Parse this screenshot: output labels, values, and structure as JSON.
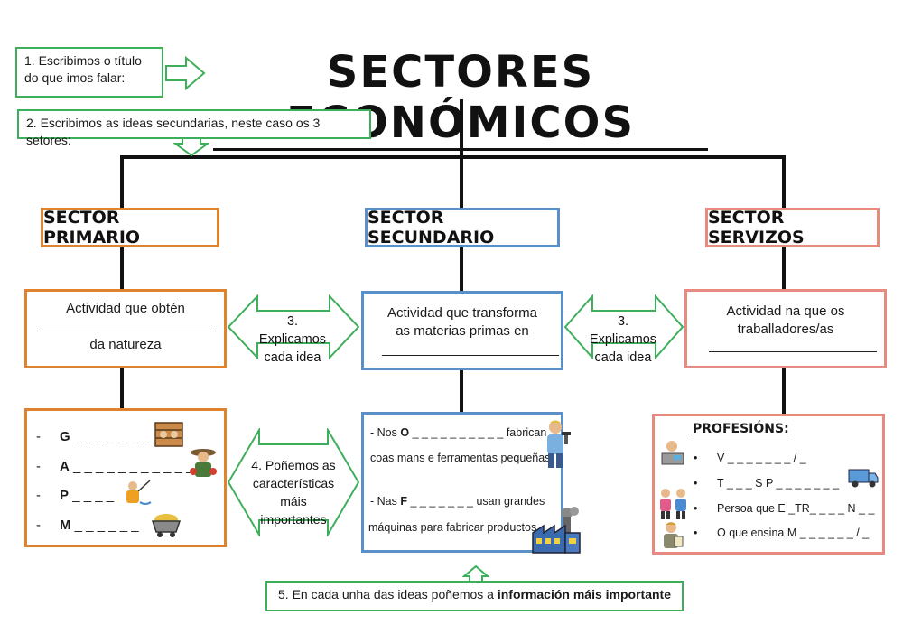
{
  "title": "SECTORES ECONÓMICOS",
  "hints": {
    "step1": "1. Escribimos o título do que imos falar:",
    "step2": "2. Escribimos as ideas secundarias, neste caso os 3 setores:",
    "step3": "3. Explicamos cada idea",
    "step4": "4. Poñemos as características máis importantes",
    "step5_pre": "5. En cada unha das ideas poñemos a ",
    "step5_bold": "información máis importante"
  },
  "sectors": {
    "primary": {
      "label": "SECTOR PRIMARIO",
      "desc_top": "Actividad que obtén",
      "desc_bottom": "da natureza",
      "items": [
        {
          "letter": "G",
          "blanks": "_ _ _ _ _ _ _ _"
        },
        {
          "letter": "A",
          "blanks": "_ _ _ _ _ _ _ _ _ _ _"
        },
        {
          "letter": "P",
          "blanks": "_ _ _ _"
        },
        {
          "letter": "M",
          "blanks": "_ _ _  _ _ _"
        }
      ]
    },
    "secondary": {
      "label": "SECTOR SECUNDARIO",
      "desc": "Actividad que transforma as materias primas en",
      "line1_pre": "- Nos ",
      "line1_letter": "O",
      "line1_blanks": "_ _ _ _ _ _ _ _ _ _",
      "line1_post": " fabrican",
      "line2": "coas mans e ferramentas pequeñas.",
      "line3_pre": "- Nas ",
      "line3_letter": "F",
      "line3_blanks": "_ _ _ _ _ _ _",
      "line3_post": "  usan grandes",
      "line4": "máquinas para fabricar productos."
    },
    "services": {
      "label": "SECTOR SERVIZOS",
      "desc": "Actividad na que os traballadores/as",
      "professions_title": "PROFESIÓNS:",
      "professions": [
        "V _ _ _ _ _ _ _ / _",
        "T _ _ _ S P _ _ _ _ _ _ _",
        "Persoa que E _TR_ _ _ _ N _ _",
        "O que ensina M _ _ _ _ _ _ / _"
      ]
    }
  },
  "colors": {
    "primary": "#e0822e",
    "secondary": "#5b8fc7",
    "services": "#e98a80",
    "hints": "#3dae5a"
  }
}
